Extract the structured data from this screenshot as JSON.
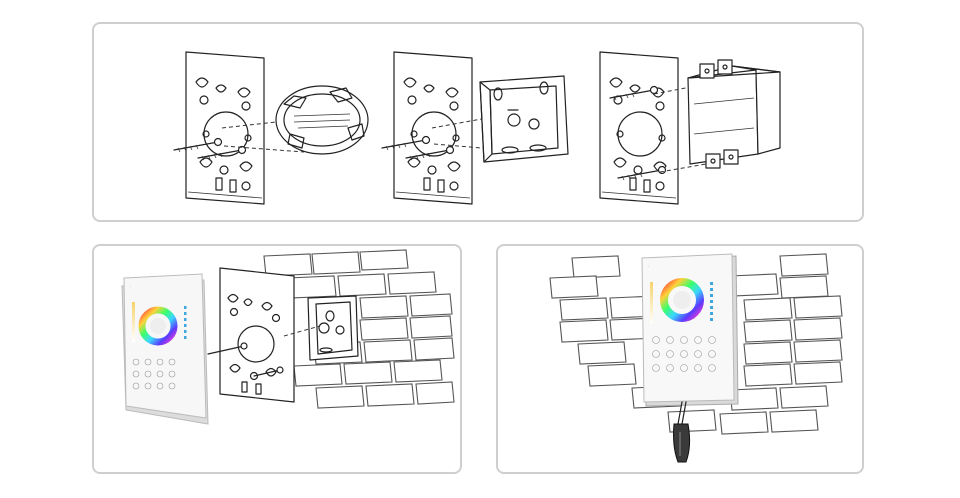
{
  "panels": [
    {
      "id": "top",
      "label": ""
    },
    {
      "id": "bottom-left",
      "label": ""
    },
    {
      "id": "bottom-right",
      "label": ""
    }
  ],
  "colors": {
    "border": "#cfcfcf",
    "line": "#222222",
    "panel_light": "#f4f4f4"
  },
  "icons": [
    "screw-icon",
    "screwdriver-icon",
    "color-wheel-icon"
  ]
}
